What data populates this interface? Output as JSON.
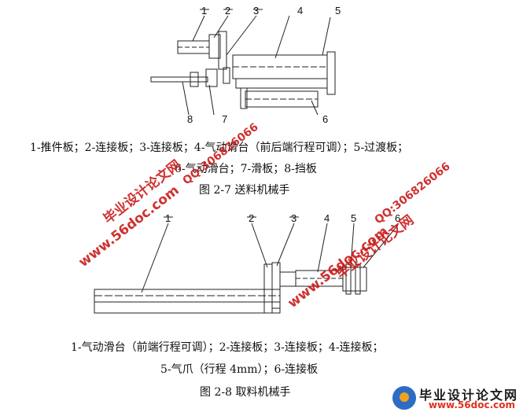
{
  "figure1": {
    "callouts": [
      "1",
      "2",
      "3",
      "4",
      "5",
      "6",
      "7",
      "8"
    ],
    "caption_line1": "1-推件板；2-连接板；3-连接板；4-气动滑台（前后端行程可调）；5-过渡板；",
    "caption_line2": "6-气动滑台；7-滑板；8-挡板",
    "title": "图 2-7  送料机械手"
  },
  "figure2": {
    "callouts": [
      "1",
      "2",
      "3",
      "4",
      "5",
      "6"
    ],
    "caption_line1": "1-气动滑台（前端行程可调）；2-连接板；3-连接板；4-连接板；",
    "caption_line2": "5-气爪（行程 4mm）；6-连接板",
    "title": "图 2-8  取料机械手"
  },
  "watermarks": {
    "site_name": "毕业设计论文网",
    "site_url": "www.56doc.com",
    "qq": "QQ:306826066"
  },
  "logo": {
    "title": "毕业设计论文网",
    "url": "www.56doc.com"
  }
}
